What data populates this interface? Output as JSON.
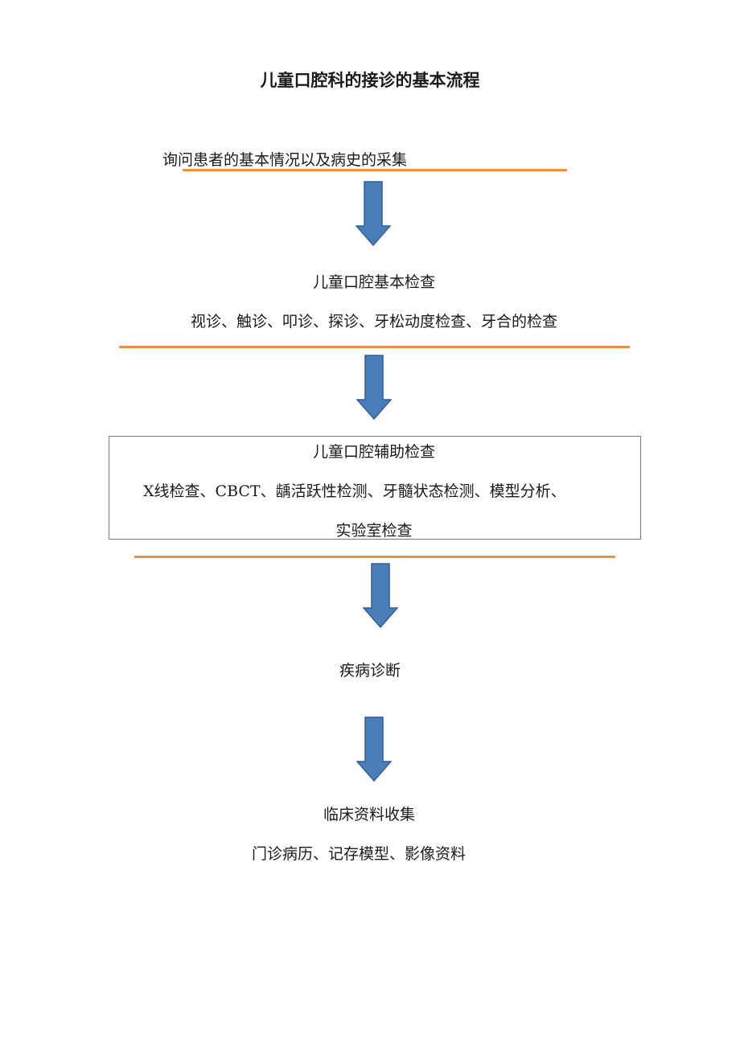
{
  "title": "儿童口腔科的接诊的基本流程",
  "steps": [
    {
      "heading": "询问患者的基本情况以及病史的采集"
    },
    {
      "heading": "儿童口腔基本检查",
      "detail": "视诊、触诊、叩诊、探诊、牙松动度检查、牙合的检查"
    },
    {
      "heading": "儿童口腔辅助检查",
      "detail_line1": "X线检查、CBCT、龋活跃性检测、牙髓状态检测、模型分析、",
      "detail_line2": "实验室检查"
    },
    {
      "heading": "疾病诊断"
    },
    {
      "heading": "临床资料收集",
      "detail": "门诊病历、记存模型、影像资料"
    }
  ],
  "colors": {
    "arrow_fill": "#4a7ebb",
    "arrow_stroke": "#2f5e96",
    "separator": "#f0913a",
    "box_border": "#7a7a7a"
  },
  "icons": {
    "arrow": "down-arrow-icon"
  }
}
